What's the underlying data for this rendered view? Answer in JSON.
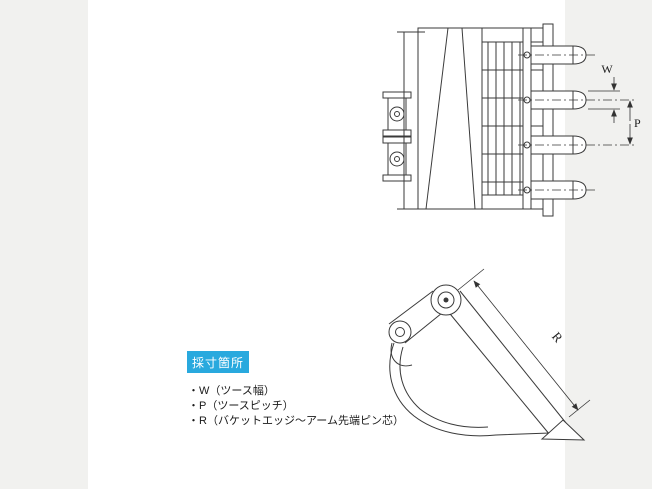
{
  "page": {
    "background": "#f1f1ef",
    "panel_background": "#ffffff",
    "line_color": "#3a3a3a"
  },
  "diagrams": {
    "front_view": {
      "description": "bucket front view with four teeth",
      "dimension_labels": {
        "w": "W",
        "p": "P"
      }
    },
    "side_view": {
      "description": "bucket side view with arm pin",
      "dimension_labels": {
        "r": "R"
      }
    }
  },
  "legend": {
    "header": "採寸箇所",
    "header_bg": "#29a9de",
    "header_text_color": "#ffffff",
    "items": [
      "・W（ツース幅）",
      "・P（ツースピッチ）",
      "・R（バケットエッジ～アーム先端ピン芯）"
    ]
  }
}
